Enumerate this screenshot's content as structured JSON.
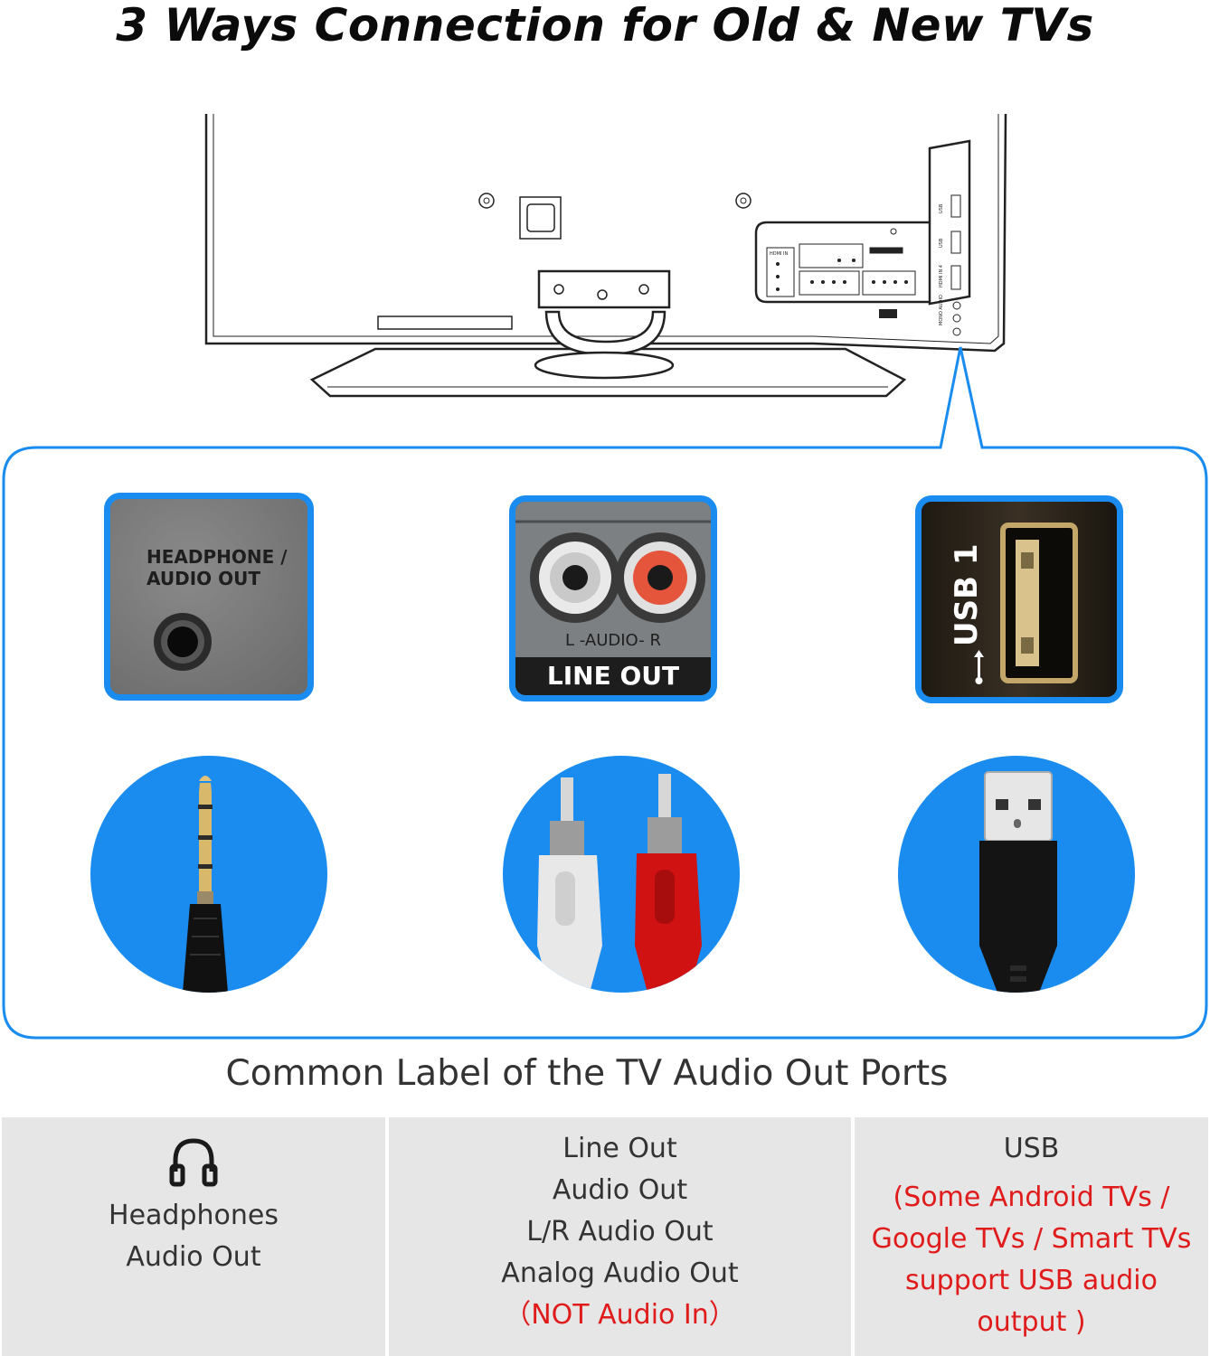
{
  "title": "3 Ways Connection for Old & New TVs",
  "subtitle": "Common Label of the TV Audio Out Ports",
  "colors": {
    "accent": "#1a8cf0",
    "warning": "#e01b1b",
    "cell_bg": "#e6e6e6",
    "text": "#333333"
  },
  "tv": {
    "panel_labels": [
      "HDMI IN",
      "USB",
      "USB",
      "HDMI IN 4",
      "MONO AUDIO"
    ]
  },
  "photos": {
    "headphone": {
      "label_line1": "HEADPHONE /",
      "label_line2": "AUDIO OUT"
    },
    "lineout": {
      "label_small": "L -AUDIO- R",
      "label_big": "LINE OUT"
    },
    "usb": {
      "label": "USB 1"
    }
  },
  "plugs": {
    "icons": [
      "headphone-jack-plug-icon",
      "rca-plug-icon",
      "usb-plug-icon"
    ]
  },
  "table": {
    "col1": {
      "icon": "headphones-icon",
      "lines": [
        "Headphones",
        "Audio Out"
      ]
    },
    "col2": {
      "lines": [
        "Line Out",
        "Audio Out",
        "L/R Audio Out",
        "Analog Audio Out"
      ],
      "note": "（NOT Audio In）"
    },
    "col3": {
      "title": "USB",
      "note_lines": [
        "(Some Android TVs /",
        "Google TVs / Smart TVs",
        "support USB audio",
        "output )"
      ]
    }
  }
}
